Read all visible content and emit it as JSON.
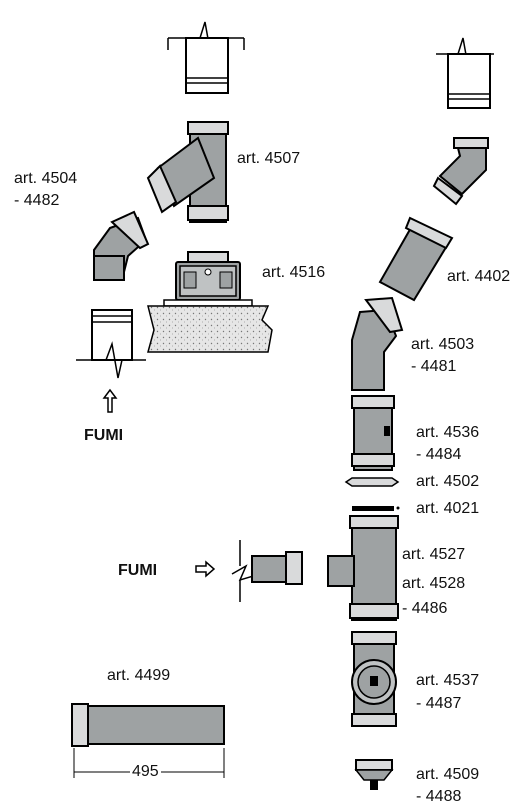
{
  "labels": {
    "art_4504": "art. 4504",
    "art_4482": "- 4482",
    "art_4507": "art. 4507",
    "art_4516": "art. 4516",
    "art_4402": "art. 4402",
    "art_4503": "art. 4503",
    "art_4481": "- 4481",
    "art_4536": "art. 4536",
    "art_4484": "- 4484",
    "art_4502": "art. 4502",
    "art_4021": "art. 4021",
    "art_4527": "art. 4527",
    "art_4528": "art. 4528",
    "art_4486": "- 4486",
    "art_4537": "art. 4537",
    "art_4487": "- 4487",
    "art_4499": "art. 4499",
    "art_4509": "art. 4509",
    "art_4488": "- 4488"
  },
  "fumi_label": "FUMI",
  "dimension": "495",
  "colors": {
    "pipe": "#9ea2a3",
    "ring": "#d9dadb",
    "concrete": "#e6e6e6"
  }
}
